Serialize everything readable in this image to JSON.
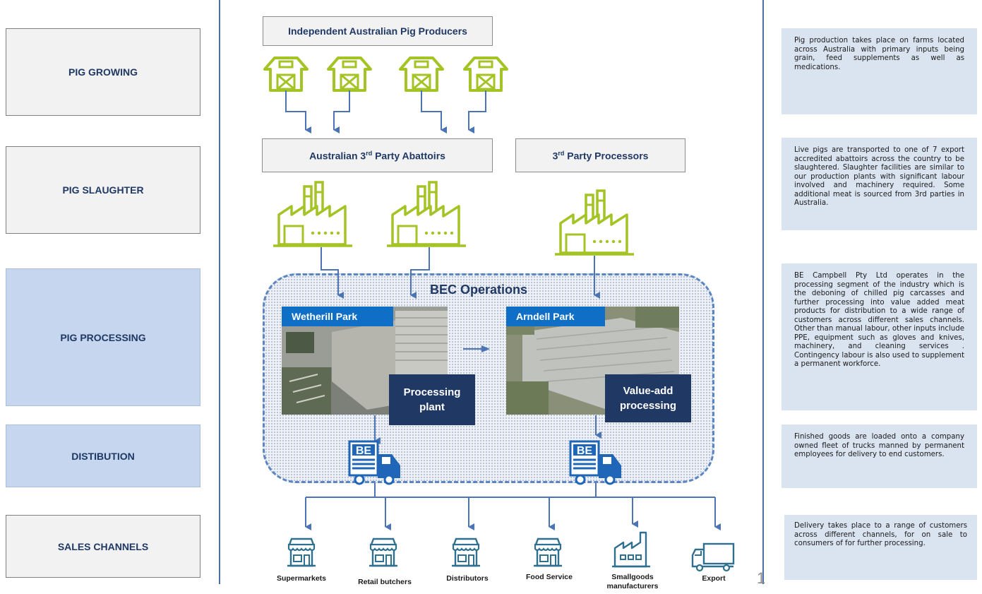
{
  "stages": [
    {
      "label": "PIG GROWING"
    },
    {
      "label": "PIG SLAUGHTER"
    },
    {
      "label": "PIG PROCESSING"
    },
    {
      "label": "DISTIBUTION"
    },
    {
      "label": "SALES CHANNELS"
    }
  ],
  "descriptions": [
    "Pig production takes place on farms located across Australia with primary inputs being grain, feed supplements as well as medications.",
    "Live pigs are transported to one of 7 export accredited abattoirs across the country to be slaughtered. Slaughter facilities are similar to our production plants with significant labour involved and machinery required. Some additional meat is sourced from 3rd parties in Australia.",
    "BE Campbell Pty Ltd operates in the processing segment of the industry which is the deboning of chilled pig carcasses and further processing into value added meat products for distribution to a wide range of customers across different sales channels. Other than manual labour, other inputs include PPE, equipment such as gloves and knives, machinery, and cleaning services . Contingency labour is also used to supplement a permanent workforce.",
    "Finished goods are loaded onto a company owned fleet of trucks manned by permanent employees for delivery to end customers.",
    "Delivery takes place to a range of customers across different channels, for on sale to consumers of for further processing."
  ],
  "producers_box": {
    "label": "Independent Australian Pig Producers"
  },
  "abattoirs_box": {
    "label_pre": "Australian 3",
    "label_sup": "rd",
    "label_post": " Party Abattoirs"
  },
  "processors_box": {
    "label_pre": "3",
    "label_sup": "rd",
    "label_post": " Party Processors"
  },
  "operations": {
    "title": "BEC Operations",
    "sites": [
      {
        "name": "Wetherill Park",
        "role": "Processing plant"
      },
      {
        "name": "Arndell Park",
        "role": "Value-add processing"
      }
    ]
  },
  "truck_badge": "BE",
  "channels": [
    {
      "label": "Supermarkets",
      "icon": "store-icon"
    },
    {
      "label": "Retail butchers",
      "icon": "store-icon"
    },
    {
      "label": "Distributors",
      "icon": "store-icon"
    },
    {
      "label": "Food Service",
      "icon": "store-icon"
    },
    {
      "label": "Smallgoods manufacturers",
      "icon": "factory-icon"
    },
    {
      "label": "Export",
      "icon": "truck-icon"
    }
  ],
  "page_number": "1",
  "colors": {
    "barn": "#a4c425",
    "arrow": "#4a74b4",
    "navy": "#1f3864",
    "accent_blue": "#0f6fc6",
    "icon_teal": "#2f6f8f"
  }
}
